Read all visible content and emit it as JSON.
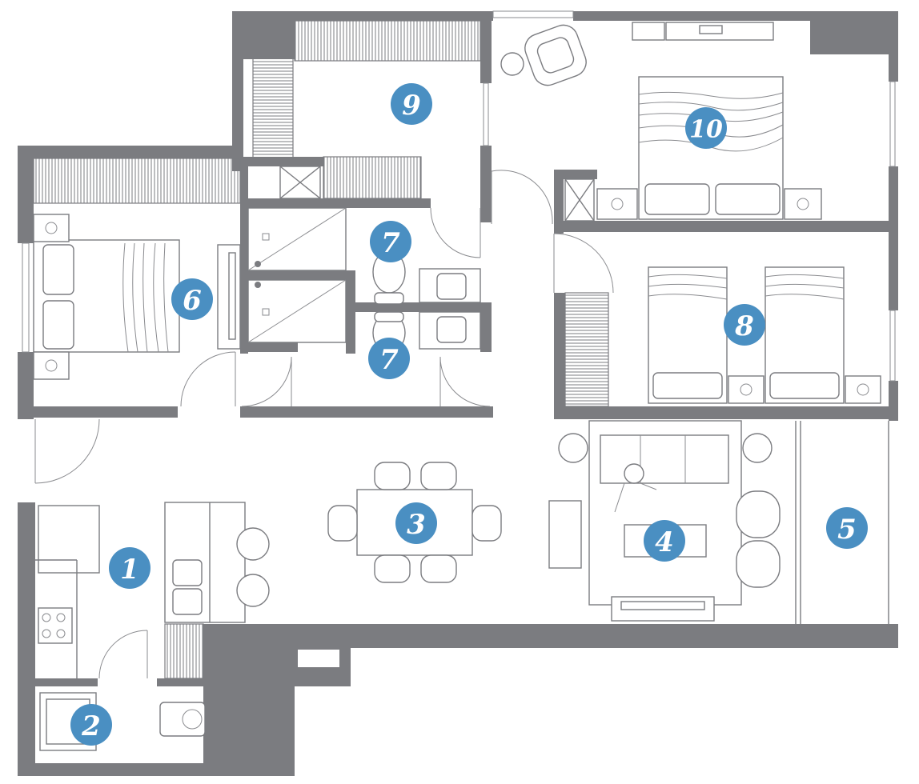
{
  "floor_plan": {
    "colors": {
      "wall": "#7b7c80",
      "marker": "#4a8fc2",
      "marker_text": "#ffffff"
    },
    "markers": [
      {
        "id": "kitchen",
        "label": "1"
      },
      {
        "id": "laundry",
        "label": "2"
      },
      {
        "id": "dining",
        "label": "3"
      },
      {
        "id": "living",
        "label": "4"
      },
      {
        "id": "balcony",
        "label": "5"
      },
      {
        "id": "bedroom-left",
        "label": "6"
      },
      {
        "id": "bathroom-upper",
        "label": "7"
      },
      {
        "id": "bathroom-lower",
        "label": "7"
      },
      {
        "id": "bedroom-twin",
        "label": "8"
      },
      {
        "id": "walk-in-closet",
        "label": "9"
      },
      {
        "id": "master-bedroom",
        "label": "10"
      }
    ]
  }
}
